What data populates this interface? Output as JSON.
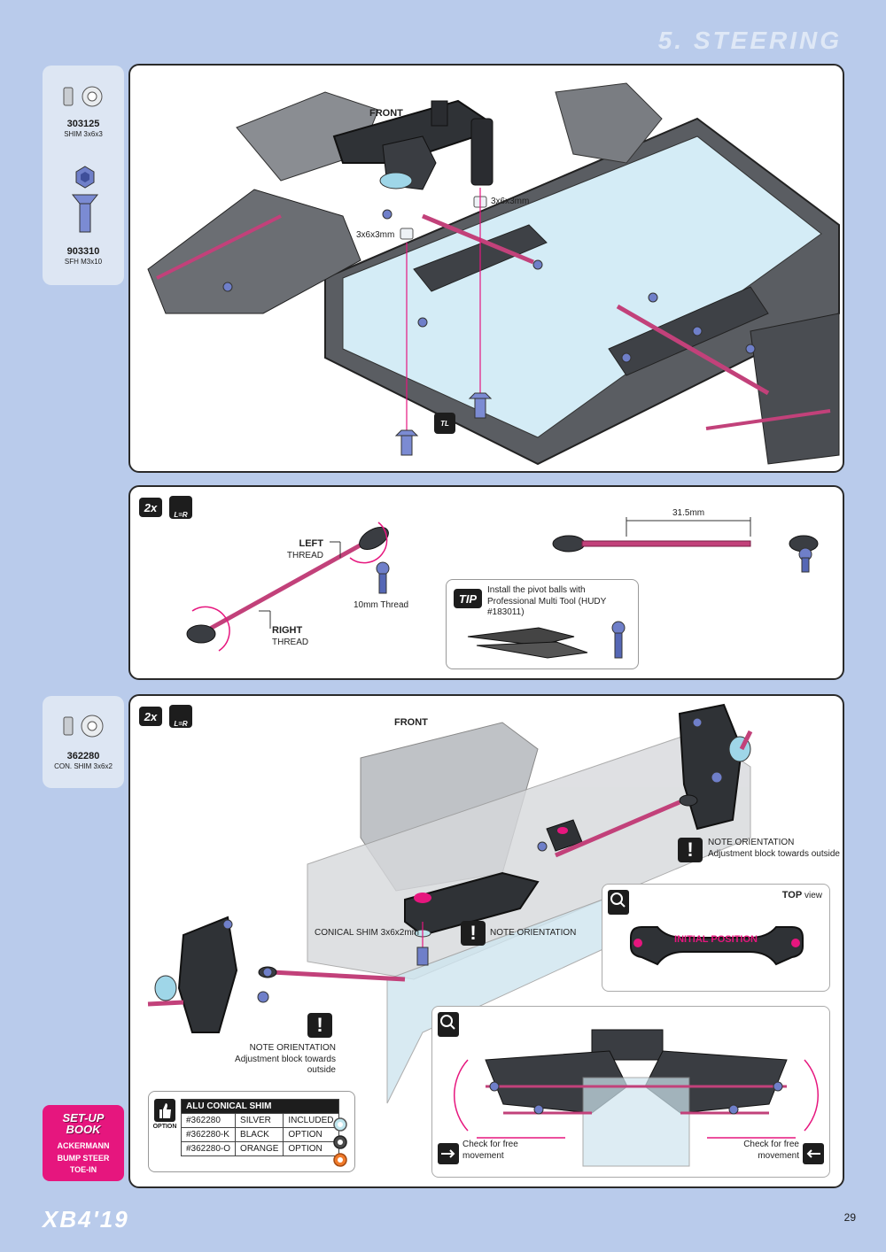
{
  "header": {
    "section_title": "5. STEERING"
  },
  "panel1": {
    "parts": [
      {
        "code": "303125",
        "desc": "SHIM 3x6x3",
        "icon": "shim-icon"
      },
      {
        "code": "903310",
        "desc": "SFH M3x10",
        "icon": "screw-icon"
      }
    ],
    "front_label": "FRONT",
    "shim_label_1": "3x6x3mm",
    "shim_label_2": "3x6x3mm",
    "tool_badge": "TL"
  },
  "panel2": {
    "qty_badge": "2x",
    "lr_badge": "L=R",
    "left_thread": "LEFT",
    "left_thread_sub": "THREAD",
    "right_thread": "RIGHT",
    "right_thread_sub": "THREAD",
    "ball_thread": "10mm Thread",
    "dimension": "31.5mm",
    "tip_badge": "TIP",
    "tip_text": "Install the pivot balls with Professional Multi Tool (HUDY #183011)"
  },
  "panel3": {
    "parts": [
      {
        "code": "362280",
        "desc": "CON. SHIM 3x6x2",
        "icon": "conical-shim-icon"
      }
    ],
    "qty_badge": "2x",
    "lr_badge": "L=R",
    "front_label": "FRONT",
    "note_right_title": "NOTE ORIENTATION",
    "note_right_text": "Adjustment block towards outside",
    "conical_label": "CONICAL SHIM 3x6x2mm",
    "note_center": "NOTE ORIENTATION",
    "top_view_bold": "TOP",
    "top_view_rest": " view",
    "initial_position": "INITIAL POSITION",
    "detail_badge": "DETAIL",
    "note_left_title": "NOTE ORIENTATION",
    "note_left_text": "Adjustment block towards outside",
    "check_left": "Check for free movement",
    "check_right": "Check for free movement",
    "option_label": "OPTION",
    "option_table": {
      "header": "ALU CONICAL SHIM",
      "rows": [
        [
          "#362280",
          "SILVER",
          "INCLUDED"
        ],
        [
          "#362280-K",
          "BLACK",
          "OPTION"
        ],
        [
          "#362280-O",
          "ORANGE",
          "OPTION"
        ]
      ],
      "swatch_colors": [
        "#bfe6ee",
        "#4a4a4a",
        "#f07a2a"
      ]
    }
  },
  "setup_book": {
    "title_line1": "SET-UP",
    "title_line2": "BOOK",
    "items": [
      "ACKERMANN",
      "BUMP STEER",
      "TOE-IN"
    ]
  },
  "footer": {
    "logo": "XB4'19",
    "page_number": "29"
  },
  "colors": {
    "accent_pink": "#e6167e",
    "background": "#b9cbeb",
    "dark": "#1d1d1d"
  }
}
